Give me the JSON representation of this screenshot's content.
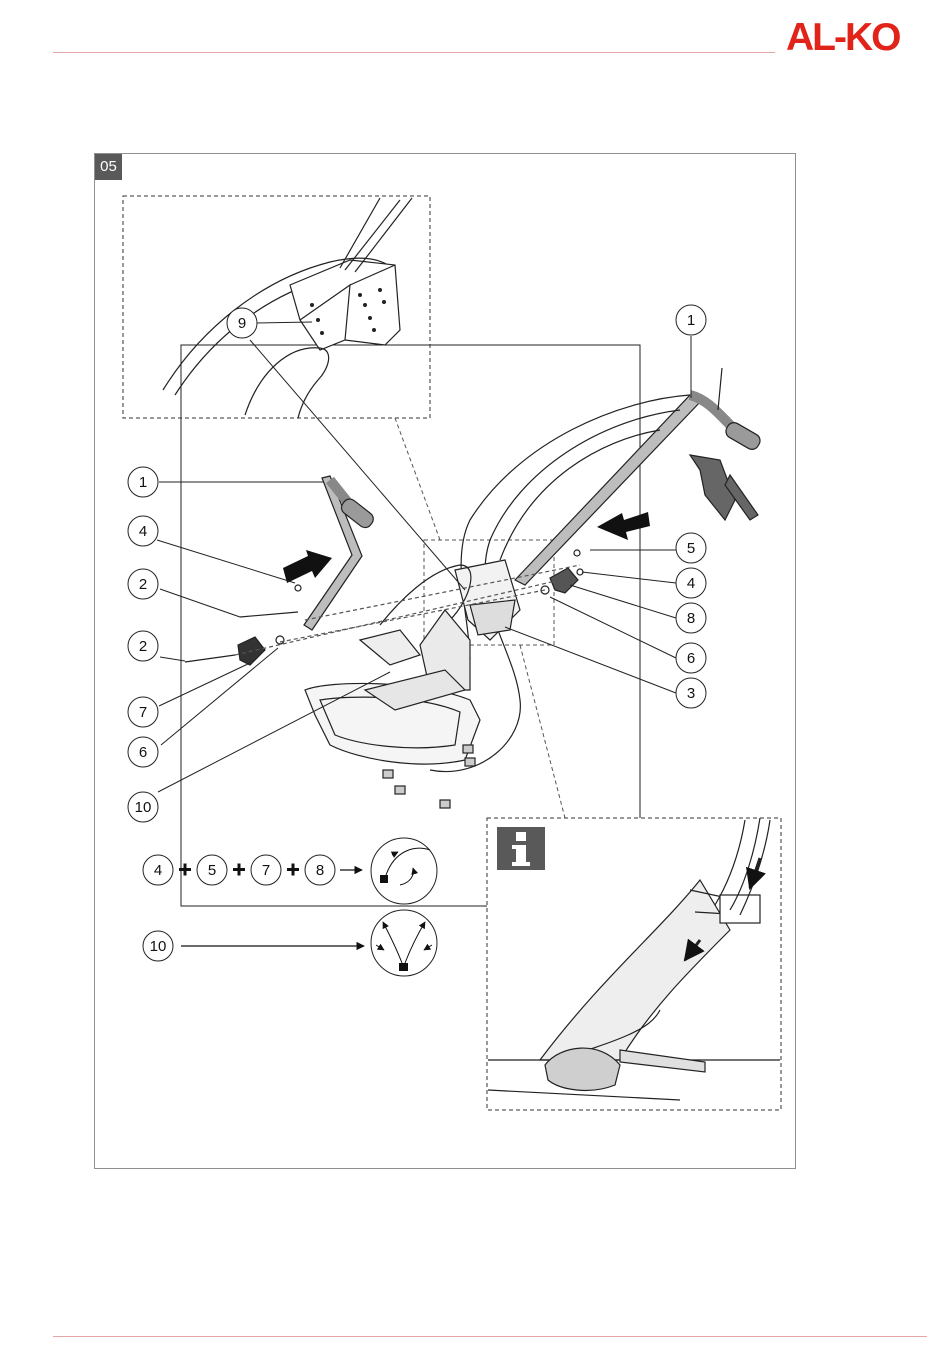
{
  "header": {
    "brand": "AL-KO"
  },
  "figure": {
    "number": "05",
    "callouts": {
      "c1a": "1",
      "c1b": "1",
      "c2a": "2",
      "c2b": "2",
      "c3": "3",
      "c4a": "4",
      "c4b": "4",
      "c5": "5",
      "c6a": "6",
      "c6b": "6",
      "c7": "7",
      "c8": "8",
      "c9": "9",
      "c10": "10"
    },
    "legend": {
      "row1": [
        "4",
        "5",
        "7",
        "8"
      ],
      "row2": [
        "10"
      ]
    }
  },
  "icons": {
    "info": "info-icon",
    "rotate": "rotate-arrow-icon",
    "pivot": "pivot-arrows-icon",
    "logo": "al-ko-logo"
  },
  "colors": {
    "brand_red": "#e2231a",
    "line_gray": "#e4a7a7",
    "tag_gray": "#595959"
  }
}
